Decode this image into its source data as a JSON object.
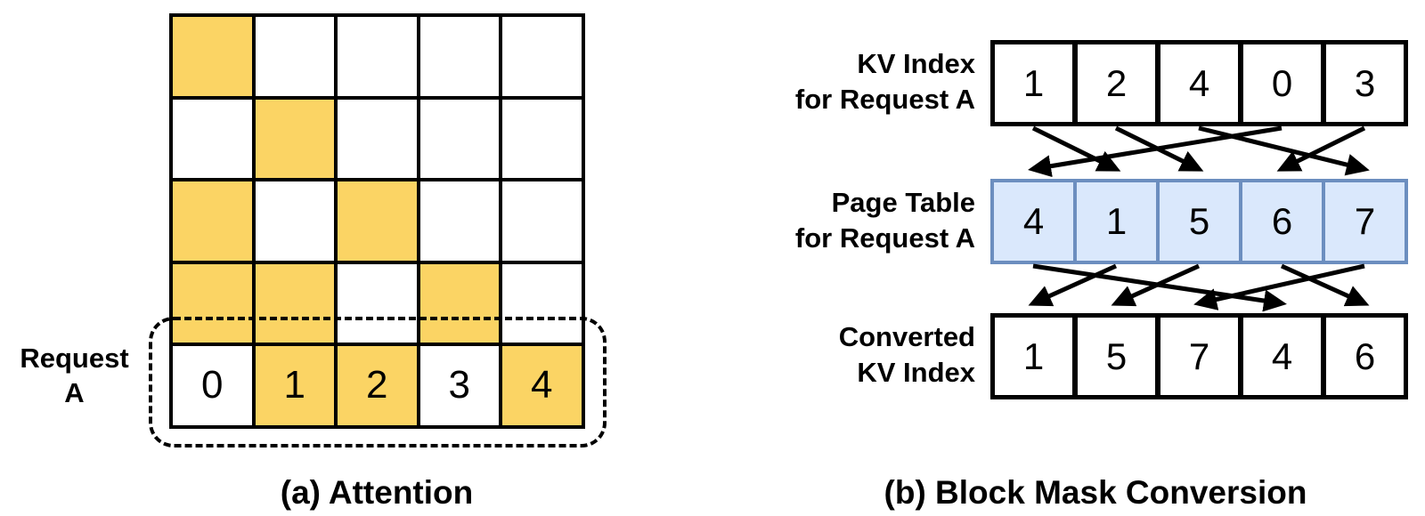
{
  "panel_a": {
    "caption": "(a) Attention",
    "request_label_line1": "Request",
    "request_label_line2": "A",
    "grid": {
      "rows": 5,
      "cols": 5,
      "mask": [
        [
          1,
          0,
          0,
          0,
          0
        ],
        [
          0,
          1,
          0,
          0,
          0
        ],
        [
          1,
          0,
          1,
          0,
          0
        ],
        [
          1,
          1,
          0,
          1,
          0
        ],
        [
          0,
          1,
          1,
          0,
          1
        ]
      ],
      "bottom_row_labels": [
        "0",
        "1",
        "2",
        "3",
        "4"
      ]
    }
  },
  "panel_b": {
    "caption": "(b) Block Mask Conversion",
    "rows": [
      {
        "name": "kv-index",
        "label_line1": "KV Index",
        "label_line2": "for Request A",
        "values": [
          "1",
          "2",
          "4",
          "0",
          "3"
        ],
        "highlight": [
          true,
          true,
          true,
          false,
          false
        ],
        "style": "yellow"
      },
      {
        "name": "page-table",
        "label_line1": "Page Table",
        "label_line2": "for Request A",
        "values": [
          "4",
          "1",
          "5",
          "6",
          "7"
        ],
        "highlight": [
          true,
          true,
          true,
          true,
          true
        ],
        "style": "blue"
      },
      {
        "name": "converted-kv-index",
        "label_line1": "Converted",
        "label_line2": "KV Index",
        "values": [
          "1",
          "5",
          "7",
          "4",
          "6"
        ],
        "highlight": [
          true,
          true,
          true,
          false,
          false
        ],
        "style": "yellow"
      }
    ],
    "arrows_top": [
      [
        0,
        1
      ],
      [
        1,
        2
      ],
      [
        2,
        4
      ],
      [
        3,
        0
      ],
      [
        4,
        3
      ]
    ],
    "arrows_bottom": [
      [
        1,
        0
      ],
      [
        2,
        1
      ],
      [
        4,
        2
      ],
      [
        0,
        3
      ],
      [
        3,
        4
      ]
    ]
  },
  "colors": {
    "highlight_yellow": "#FBD464",
    "page_table_fill": "#DAE8FC",
    "page_table_border": "#6C8EBF",
    "line_black": "#000000"
  }
}
